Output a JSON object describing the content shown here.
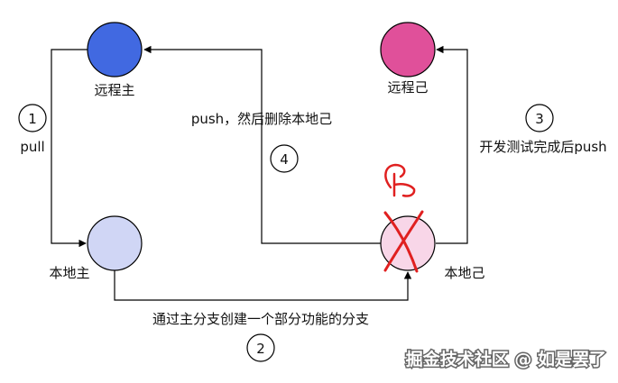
{
  "nodes": {
    "remote_main": {
      "label": "远程主",
      "fill": "#4169e1"
    },
    "remote_self": {
      "label": "远程己",
      "fill": "#e0509a"
    },
    "local_main": {
      "label": "本地主",
      "fill": "#d0d6f5"
    },
    "local_self": {
      "label": "本地己",
      "fill": "#f8d6e8"
    }
  },
  "steps": [
    {
      "number": "1",
      "text": "pull"
    },
    {
      "number": "2",
      "text": "通过主分支创建一个部分功能的分支"
    },
    {
      "number": "3",
      "text": "开发测试完成后push"
    },
    {
      "number": "4",
      "text": "push，然后删除本地己"
    }
  ],
  "annotation_color": "#e02020",
  "watermark": "掘金技术社区 @ 如是罢了"
}
